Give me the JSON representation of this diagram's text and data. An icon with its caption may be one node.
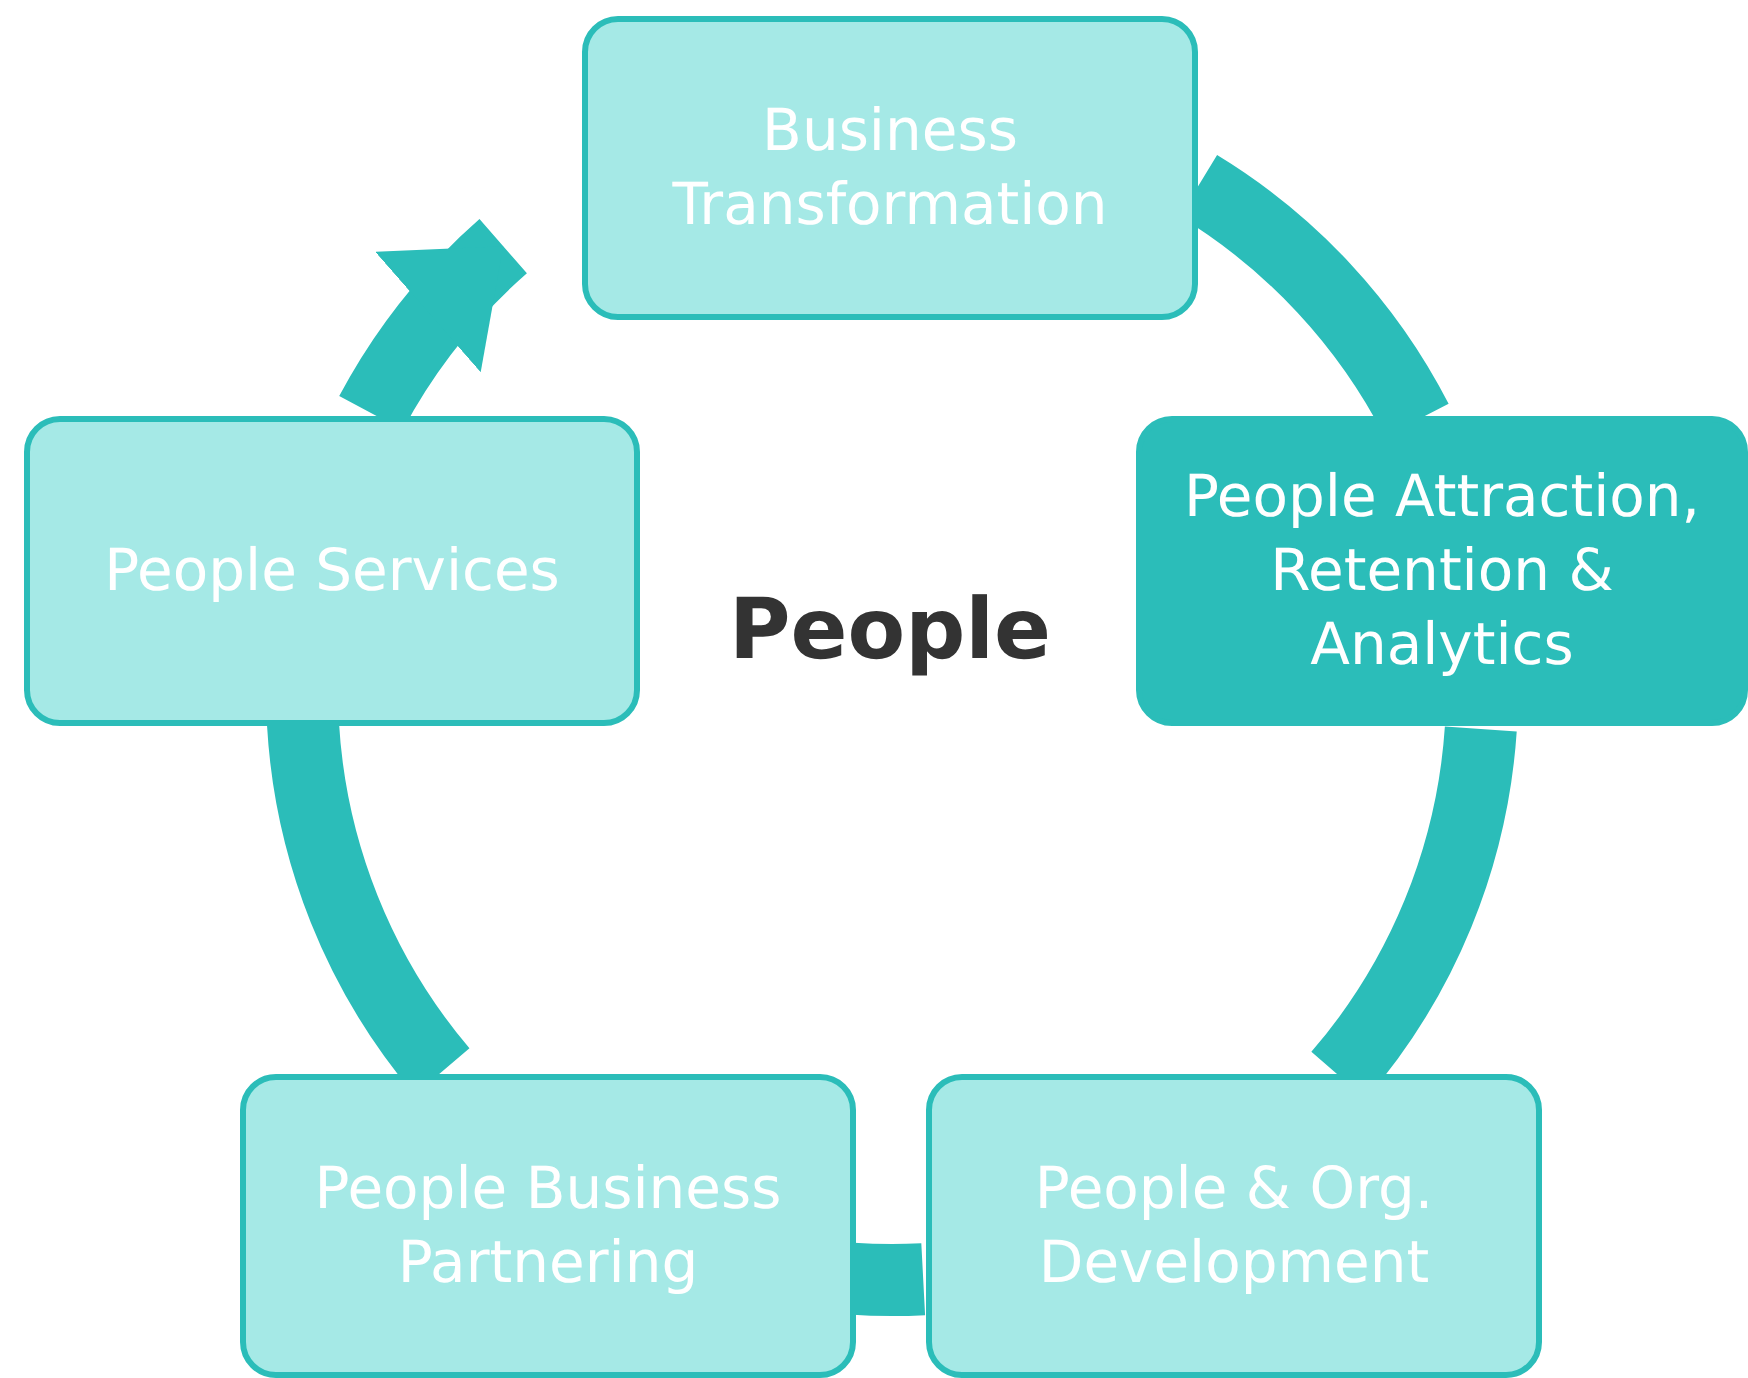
{
  "diagram": {
    "nodes": [
      {
        "text": [
          "Business Transformation"
        ]
      },
      {
        "text": [
          "People Attraction, Retention & Analytics"
        ]
      },
      {
        "text": [
          "People & Org. Development"
        ]
      },
      {
        "text": [
          "People Business Partnering"
        ]
      },
      {
        "text": [
          "People Services"
        ]
      }
    ],
    "edges": [
      {
        "from": 0,
        "to": 1,
        "arrow": "none"
      },
      {
        "from": 1,
        "to": 2,
        "arrow": "none"
      },
      {
        "from": 2,
        "to": 3,
        "arrow": "none"
      },
      {
        "from": 3,
        "to": 4,
        "arrow": "none"
      },
      {
        "from": 4,
        "to": 0,
        "arrow": "to"
      }
    ],
    "labels": [
      "People"
    ]
  }
}
